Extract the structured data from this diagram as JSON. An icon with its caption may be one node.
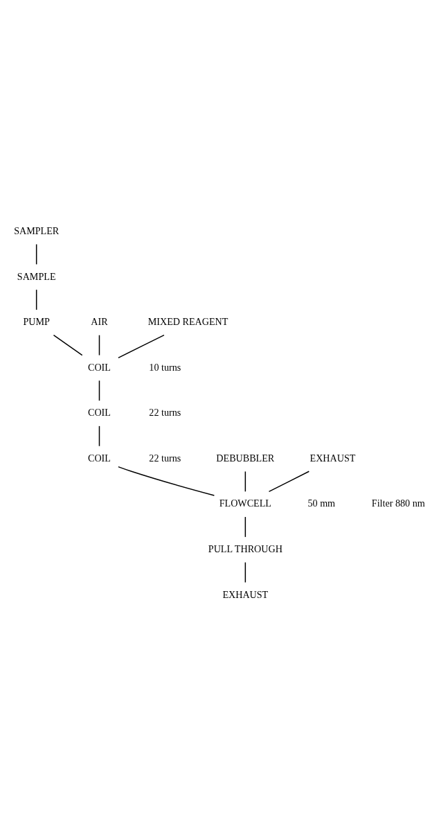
{
  "diagram": {
    "nodes": [
      {
        "text": [
          "SAMPLER"
        ]
      },
      {
        "text": [
          "SAMPLE"
        ]
      },
      {
        "text": [
          "PUMP"
        ]
      },
      {
        "text": [
          "AIR"
        ]
      },
      {
        "text": [
          "MIXED REAGENT"
        ]
      },
      {
        "text": [
          "COIL"
        ],
        "beside": [
          "10 turns"
        ]
      },
      {
        "text": [
          "COIL"
        ],
        "beside": [
          "22 turns"
        ]
      },
      {
        "text": [
          "COIL"
        ],
        "beside": [
          "22 turns"
        ]
      },
      {
        "text": [
          "DEBUBBLER"
        ]
      },
      {
        "text": [
          "EXHAUST"
        ]
      },
      {
        "text": [
          "FLOWCELL"
        ],
        "beside": [
          "50 mm",
          "Filter 880 nm"
        ]
      },
      {
        "text": [
          "PULL THROUGH"
        ]
      },
      {
        "text": [
          "EXHAUST"
        ]
      }
    ],
    "edges": [
      {
        "from": 0,
        "to": 1,
        "arrow": "none"
      },
      {
        "from": 1,
        "to": 2,
        "arrow": "none"
      },
      {
        "from": 2,
        "to": 5,
        "arrow": "none"
      },
      {
        "from": 3,
        "to": 5,
        "arrow": "none"
      },
      {
        "from": 4,
        "to": 5,
        "arrow": "none"
      },
      {
        "from": 5,
        "to": 6,
        "arrow": "none"
      },
      {
        "from": 6,
        "to": 7,
        "arrow": "none"
      },
      {
        "from": 7,
        "to": 10,
        "arrow": "none"
      },
      {
        "from": 8,
        "to": 10,
        "arrow": "none"
      },
      {
        "from": 9,
        "to": 10,
        "arrow": "none"
      },
      {
        "from": 10,
        "to": 11,
        "arrow": "none"
      },
      {
        "from": 11,
        "to": 12,
        "arrow": "none"
      }
    ]
  }
}
